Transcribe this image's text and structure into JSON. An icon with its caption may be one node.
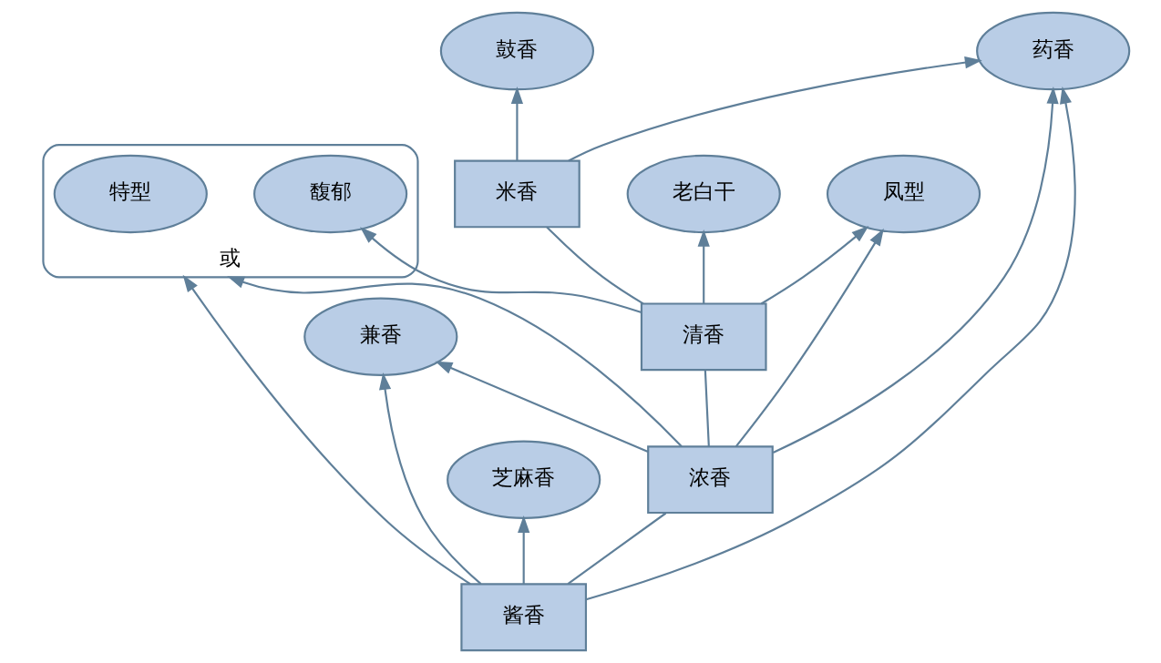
{
  "diagram": {
    "nodes": [
      {
        "text": [
          "或"
        ]
      },
      {
        "text": [
          "特型"
        ],
        "in": 0
      },
      {
        "text": [
          "馥郁"
        ],
        "in": 0
      },
      {
        "text": [
          "兼香"
        ]
      },
      {
        "text": [
          "凤型"
        ]
      },
      {
        "text": [
          "老白干"
        ]
      },
      {
        "text": [
          "芝麻香"
        ]
      },
      {
        "text": [
          "酱香"
        ]
      },
      {
        "text": [
          "浓香"
        ]
      },
      {
        "text": [
          "清香"
        ]
      },
      {
        "text": [
          "米香"
        ]
      },
      {
        "text": [
          "鼓香"
        ]
      },
      {
        "text": [
          "药香"
        ]
      }
    ],
    "edges": [
      {
        "from": 7,
        "to": 6,
        "arrow": "to"
      },
      {
        "from": 7,
        "to": 3,
        "arrow": "to"
      },
      {
        "from": 7,
        "to": 0,
        "arrow": "to"
      },
      {
        "from": 8,
        "to": 3,
        "arrow": "to"
      },
      {
        "from": 8,
        "to": 0,
        "arrow": "to"
      },
      {
        "from": 8,
        "to": 4,
        "arrow": "to"
      },
      {
        "from": 9,
        "to": 4,
        "arrow": "to"
      },
      {
        "from": 9,
        "to": 2,
        "arrow": "to"
      },
      {
        "from": 9,
        "to": 5,
        "arrow": "to"
      },
      {
        "from": 7,
        "to": 8,
        "arrow": "none"
      },
      {
        "from": 8,
        "to": 9,
        "arrow": "none"
      },
      {
        "from": 9,
        "to": 10,
        "arrow": "none"
      },
      {
        "from": 10,
        "to": 11,
        "arrow": "to"
      },
      {
        "from": 8,
        "to": 12,
        "arrow": "to"
      },
      {
        "from": 7,
        "to": 12,
        "arrow": "to"
      },
      {
        "from": 10,
        "to": 12,
        "arrow": "to"
      }
    ]
  }
}
